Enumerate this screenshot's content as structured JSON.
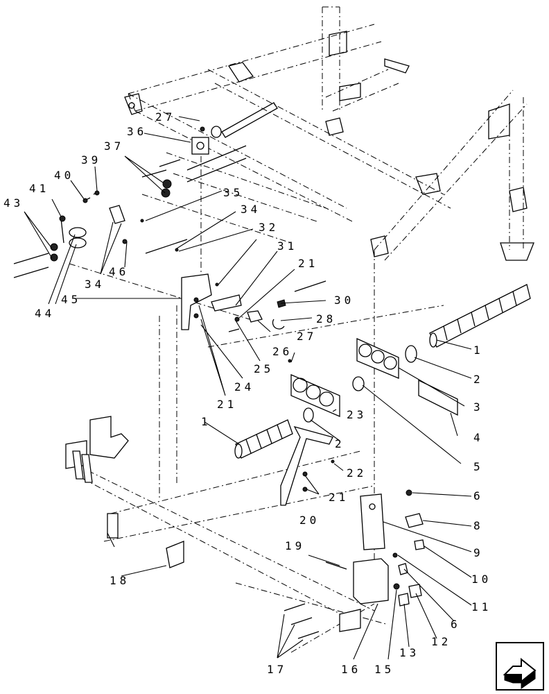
{
  "labels": {
    "l1a": "1",
    "l1b": "1",
    "l2a": "2",
    "l2b": "2",
    "l3": "3",
    "l4": "4",
    "l5": "5",
    "l6a": "6",
    "l6b": "6",
    "l8": "8",
    "l9": "9",
    "l10": "10",
    "l11": "11",
    "l12": "12",
    "l13": "13",
    "l15": "15",
    "l16": "16",
    "l17": "17",
    "l18": "18",
    "l19": "19",
    "l20": "20",
    "l21a": "21",
    "l21b": "21",
    "l21c": "21",
    "l22": "22",
    "l23": "23",
    "l24": "24",
    "l25": "25",
    "l26": "26",
    "l27a": "27",
    "l27b": "27",
    "l28": "28",
    "l30": "30",
    "l31": "31",
    "l32": "32",
    "l34a": "34",
    "l34b": "34",
    "l35": "35",
    "l36": "36",
    "l37": "37",
    "l39": "39",
    "l40": "40",
    "l41": "41",
    "l43": "43",
    "l44": "44",
    "l45": "45",
    "l46": "46"
  },
  "nav_button": {
    "icon": "next-page-arrow-icon"
  }
}
